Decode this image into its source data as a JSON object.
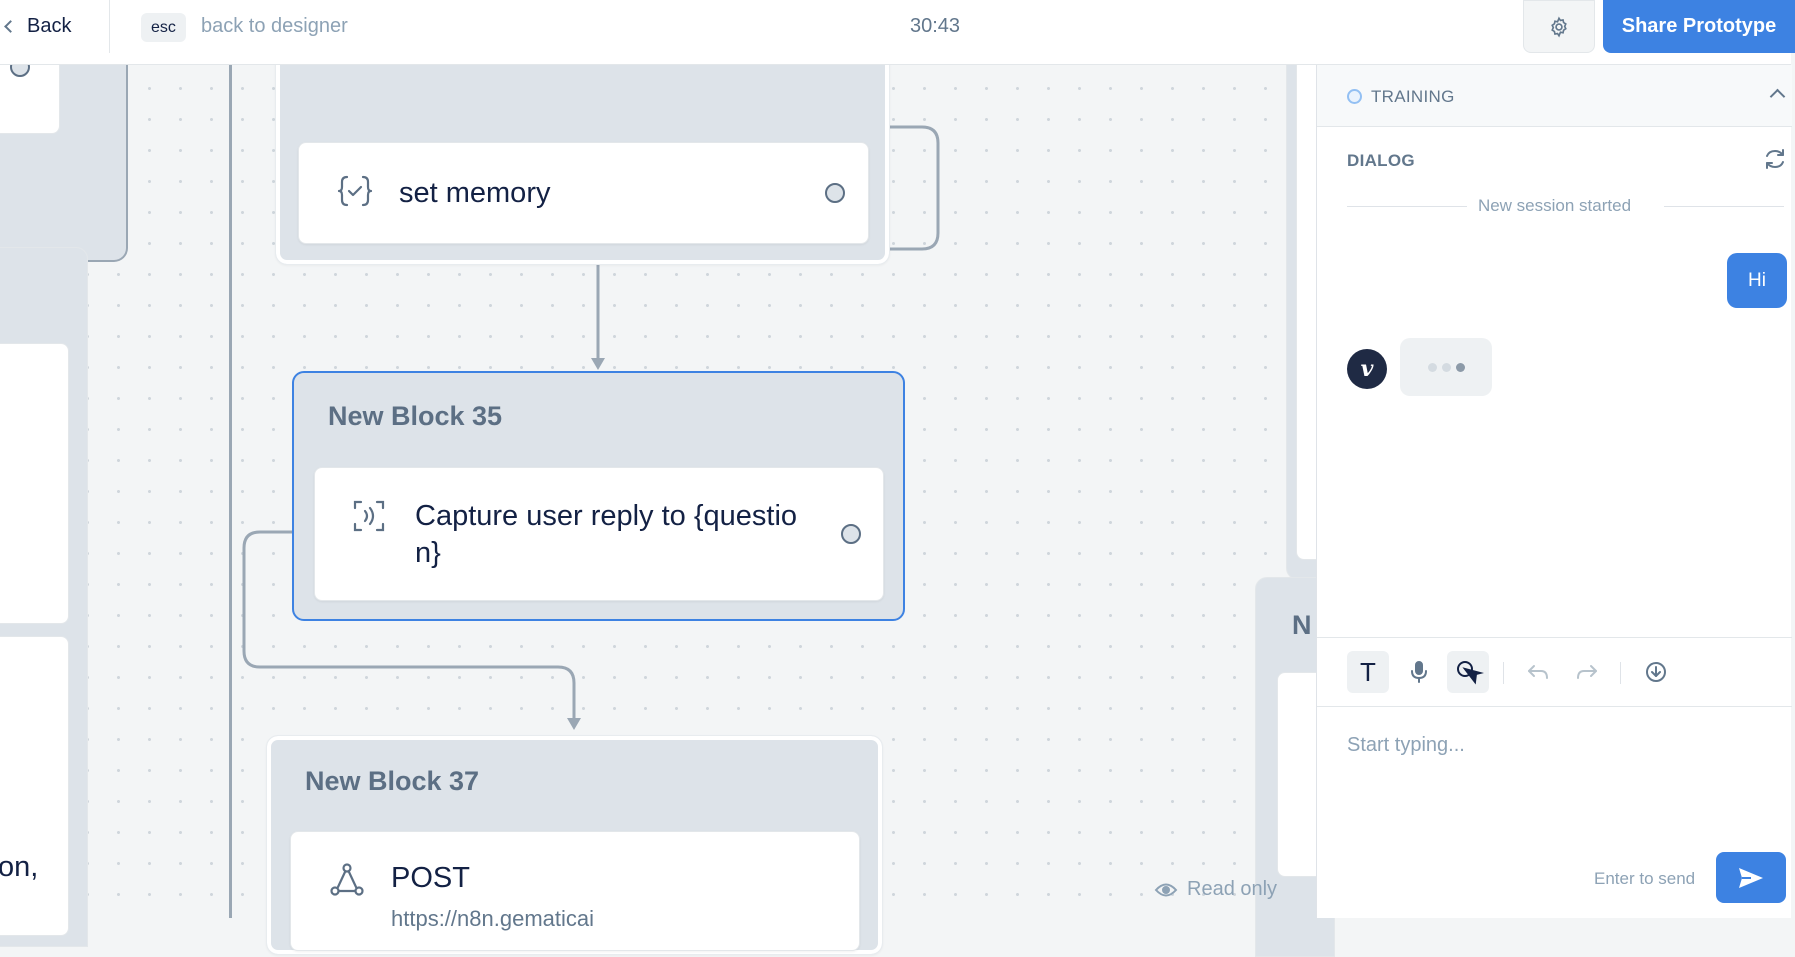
{
  "topbar": {
    "back_label": "Back",
    "esc_badge": "esc",
    "esc_label": "back to designer",
    "timer": "30:43",
    "share_label": "Share Prototype"
  },
  "canvas": {
    "blocks": [
      {
        "title": "",
        "step": "set memory",
        "icon": "set-memory-icon"
      },
      {
        "title": "New Block 35",
        "step_line1": "Capture user reply to {questio",
        "step_line2": "n}",
        "icon": "capture-icon"
      },
      {
        "title": "New Block 37",
        "step": "POST",
        "step_sub": "https://n8n.gematicai",
        "icon": "webhook-icon"
      }
    ],
    "left_fragment_text": "on,",
    "right_fragment_title": "N",
    "read_only_label": "Read only"
  },
  "panel": {
    "training_label": "TRAINING",
    "dialog_label": "DIALOG",
    "session_text": "New session started",
    "messages": [
      {
        "from": "user",
        "text": "Hi"
      }
    ],
    "avatar_letter": "v",
    "input_placeholder": "Start typing...",
    "enter_hint": "Enter to send",
    "text_tool_label": "T"
  },
  "colors": {
    "accent": "#3d82e2",
    "block_bg": "#dde3e9",
    "text_dark": "#132144",
    "text_muted": "#8da2b5"
  }
}
